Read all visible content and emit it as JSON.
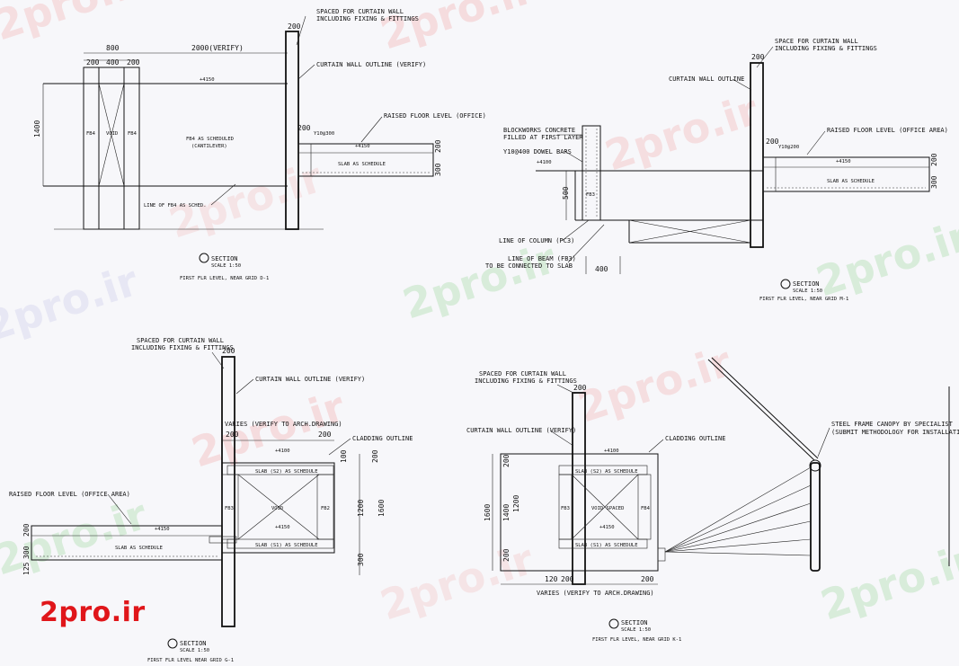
{
  "brand": {
    "logo": "2pro.ir",
    "watermark": "2pro.ir",
    "logo_color": "#e0161a"
  },
  "common": {
    "spaced_a": "SPACED FOR CURTAIN WALL",
    "spaced_a2": "INCLUDING FIXING & FITTINGS",
    "curtain_outline": "CURTAIN WALL OUTLINE (VERIFY)",
    "raised_floor": "RAISED FLOOR LEVEL (OFFICE)",
    "raised_floor_area": "RAISED FLOOR LEVEL (OFFICE AREA)",
    "slab_schedule": "SLAB AS SCHEDULE",
    "section": "SECTION",
    "scale": "SCALE 1:50",
    "void": "VOID",
    "void_spaced": "VOID SPACED",
    "cladding": "CLADDING OUTLINE",
    "varies": "VARIES (VERIFY TO ARCH.DRAWING)",
    "slab_s1": "SLAB (S1) AS SCHEDULE",
    "slab_s2": "SLAB (S2) AS SCHEDULE",
    "level_4100": "+4100",
    "level_4150": "+4150",
    "bar": "Y10@300",
    "bar2": "Y10@200"
  },
  "sec1": {
    "dim_total": "2000(VERIFY)",
    "dim_800": "800",
    "dim_200a": "200",
    "dim_400": "400",
    "dim_200b": "200",
    "dim_1400": "1400",
    "dim_200c": "200",
    "dim_200d": "200",
    "dim_300": "300",
    "fb4_left": "FB4",
    "fb4_right": "FB4",
    "fb4_note": "FB4 AS SCHEDULED",
    "fb4_note2": "(CANTILEVER)",
    "line_fb4": "LINE OF FB4 AS SCHED.",
    "caption": "FIRST FLR LEVEL, NEAR GRID D-1",
    "top_200": "200"
  },
  "sec2": {
    "spaced": "SPACE FOR CURTAIN WALL",
    "spaced2": "INCLUDING FIXING & FITTINGS",
    "curtain": "CURTAIN WALL OUTLINE",
    "block": "BLOCKWORKS CONCRETE",
    "block2": "FILLED AT FIRST LAYER",
    "dowel": "Y10@400 DOWEL BARS",
    "col": "LINE OF COLUMN (PC3)",
    "beam": "LINE OF BEAM (FB3)",
    "beam2": "TO BE CONNECTED TO SLAB",
    "fb3": "FB3",
    "dim_200": "200",
    "dim_300": "300",
    "dim_500": "500",
    "dim_400": "400",
    "dim_200b": "200",
    "caption": "FIRST FLR LEVEL, NEAR GRID M-1"
  },
  "sec3": {
    "fb3": "FB3",
    "fb2": "FB2",
    "dim_200a": "200",
    "dim_200b": "200",
    "dim_1200": "1200",
    "dim_1600": "1600",
    "dim_100": "100",
    "dim_200c": "200",
    "dim_300": "300",
    "dim_200d": "200",
    "dim_300b": "300",
    "dim_125": "125",
    "caption": "FIRST FLR LEVEL NEAR GRID G-1",
    "top_200": "200"
  },
  "sec4": {
    "canopy": "STEEL FRAME CANOPY BY SPECIALIST",
    "canopy2": "(SUBMIT METHODOLOGY FOR INSTALLATION)",
    "fb3": "FB3",
    "fb4": "FB4",
    "dim_1600": "1600",
    "dim_1400": "1400",
    "dim_1200": "1200",
    "dim_200a": "200",
    "dim_200b": "200",
    "dim_120": "120",
    "dim_200c": "200",
    "dim_200d": "200",
    "caption": "FIRST FLR LEVEL, NEAR GRID K-1",
    "top_200": "200"
  }
}
